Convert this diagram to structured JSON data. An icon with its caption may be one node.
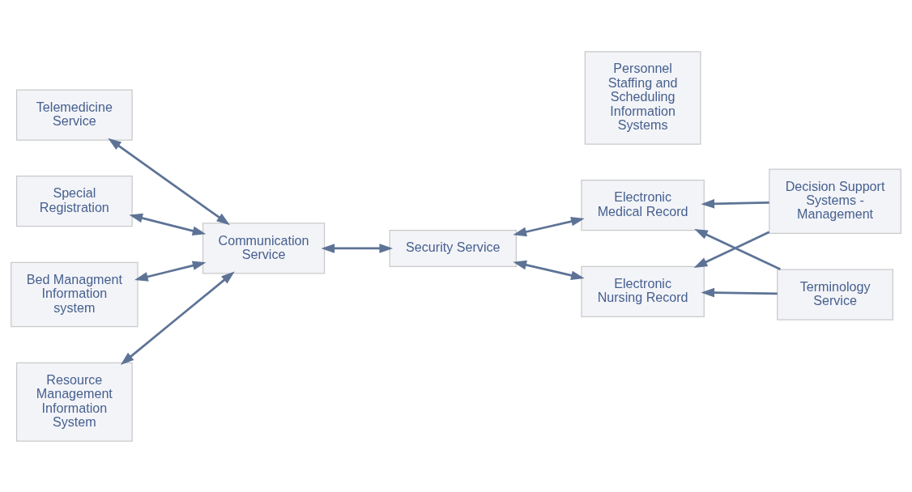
{
  "diagram": {
    "nodes": [
      {
        "text": [
          "Telemedicine Service"
        ]
      },
      {
        "text": [
          "Special Registration"
        ]
      },
      {
        "text": [
          "Bed Managment Information system"
        ]
      },
      {
        "text": [
          "Resource Management Information System"
        ]
      },
      {
        "text": [
          "Communication Service"
        ]
      },
      {
        "text": [
          "Security Service"
        ]
      },
      {
        "text": [
          "Electronic Medical Record"
        ]
      },
      {
        "text": [
          "Personnel Staffing and Scheduling Information Systems"
        ]
      },
      {
        "text": [
          "Decision Support Systems - Management"
        ]
      },
      {
        "text": [
          "Terminology Service"
        ]
      },
      {
        "text": [
          "Electronic Nursing Record"
        ]
      }
    ],
    "edges": [
      {
        "from": 0,
        "to": 4,
        "arrow": "both"
      },
      {
        "from": 1,
        "to": 4,
        "arrow": "both"
      },
      {
        "from": 2,
        "to": 4,
        "arrow": "both"
      },
      {
        "from": 3,
        "to": 4,
        "arrow": "both"
      },
      {
        "from": 4,
        "to": 5,
        "arrow": "both"
      },
      {
        "from": 5,
        "to": 6,
        "arrow": "both"
      },
      {
        "from": 5,
        "to": 10,
        "arrow": "both"
      },
      {
        "from": 8,
        "to": 6,
        "arrow": "to"
      },
      {
        "from": 9,
        "to": 6,
        "arrow": "to"
      },
      {
        "from": 8,
        "to": 10,
        "arrow": "to"
      },
      {
        "from": 9,
        "to": 10,
        "arrow": "to"
      }
    ]
  }
}
